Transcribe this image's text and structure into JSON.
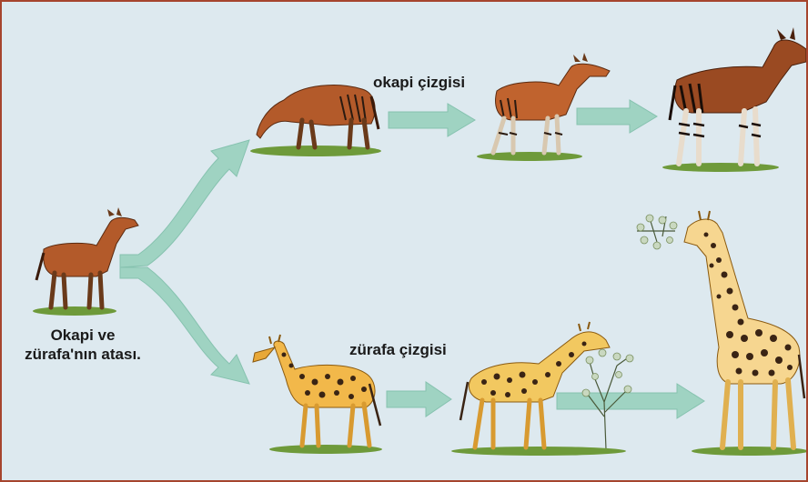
{
  "labels": {
    "ancestor": [
      "Okapi ve",
      "zürafa'nın atası."
    ],
    "okapi_line": "okapi çizgisi",
    "giraffe_line": "zürafa çizgisi"
  },
  "colors": {
    "frame_border": "#a6452e",
    "background": "#dde9ef",
    "arrow": "#9fd3c2",
    "okapi_body": "#b35a2a",
    "giraffe_body": "#f2b84a",
    "giraffe_spots": "#3a2414",
    "grass": "#6e9a3a"
  },
  "stages": [
    {
      "id": "ancestor",
      "animal": "ancestor-animal"
    },
    {
      "id": "okapi-1",
      "animal": "early-okapi-grazing"
    },
    {
      "id": "okapi-2",
      "animal": "intermediate-okapi"
    },
    {
      "id": "okapi-3",
      "animal": "modern-okapi"
    },
    {
      "id": "giraffe-1",
      "animal": "early-giraffe"
    },
    {
      "id": "giraffe-2",
      "animal": "intermediate-giraffe"
    },
    {
      "id": "giraffe-3",
      "animal": "modern-giraffe"
    }
  ]
}
